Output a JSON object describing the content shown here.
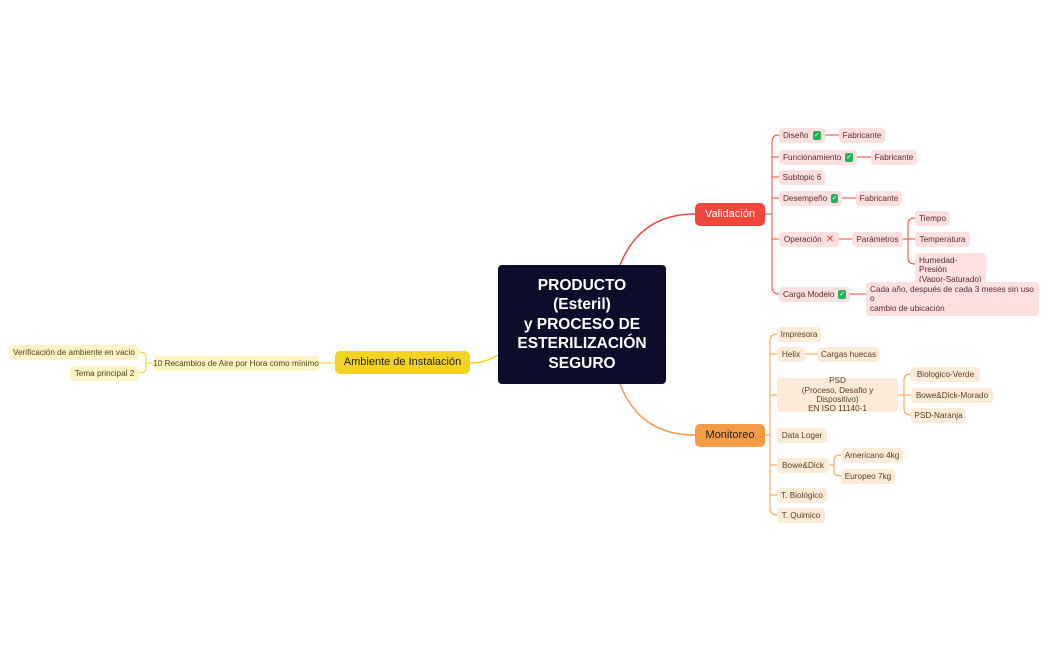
{
  "root": {
    "title": "PRODUCTO\n(Esteril)\ny PROCESO DE\nESTERILIZACIÓN\nSEGURO"
  },
  "colors": {
    "validacion": "#f2473e",
    "monitoreo": "#f29c47",
    "ambiente": "#f2d321",
    "root": "#0d0d2b"
  },
  "validacion": {
    "label": "Validación",
    "diseno": {
      "label": "Diseño",
      "child": "Fabricante"
    },
    "funcionamiento": {
      "label": "Funcionamiento",
      "child": "Fabricante"
    },
    "subtopic6": {
      "label": "Subtopic 6"
    },
    "desempeno": {
      "label": "Desempeño",
      "child": "Fabricante"
    },
    "operacion": {
      "label": "Operación",
      "parametros": {
        "label": "Parámetros",
        "items": [
          "Tiempo",
          "Temperatura",
          "Humedad-Presión\n(Vapor-Saturado)"
        ]
      }
    },
    "carga_modelo": {
      "label": "Carga Modelo",
      "child": "Cada año, después de cada 3 meses sin uso o\ncambio de ubicación"
    }
  },
  "monitoreo": {
    "label": "Monitoreo",
    "impresora": "Impresora",
    "helix": {
      "label": "Helix",
      "child": "Cargas huecas"
    },
    "psd": {
      "label": "PSD\n(Proceso, Desafio y Dispositivo)\nEN ISO 11140-1",
      "items": [
        "Biologico-Verde",
        "Bowe&Dick-Morado",
        "PSD-Naranja"
      ]
    },
    "data_loger": "Data Loger",
    "bowe_dick": {
      "label": "Bowe&Dick",
      "items": [
        "Americano 4kg",
        "Europeo 7kg"
      ]
    },
    "t_biologico": "T. Biológico",
    "t_quimico": "T. Quimico"
  },
  "ambiente": {
    "label": "Ambiente de Instalación",
    "recambios": {
      "label": "10 Recambios de Aire por Hora como mínimo",
      "items": [
        "Verificación de ambiente en vacio",
        "Tema principal 2"
      ]
    }
  },
  "icons": {
    "check": "check-icon",
    "cross": "cross-icon"
  }
}
